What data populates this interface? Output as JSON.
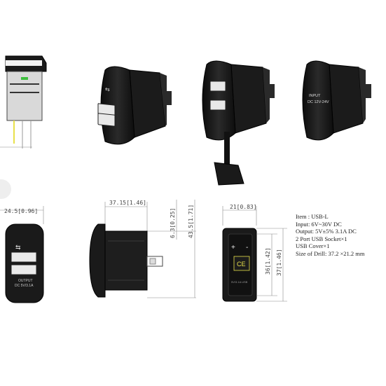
{
  "dimensions": {
    "width_top_left": "24.5[0.96]",
    "side_length": "37.15[1.46]",
    "side_top": "6.3[0.25]",
    "side_height": "43.5[1.71]",
    "back_width": "21[0.83]",
    "back_inner_height": "36[1.42]",
    "back_outer_height": "37[1.46]"
  },
  "product_labels": {
    "front_output_line1": "OUTPUT",
    "front_output_line2": "DC 5V/3.1A",
    "input_label_line1": "INPUT",
    "input_label_line2": "DC 12V-24V",
    "back_plus": "+",
    "back_minus": "-",
    "back_ce": "CE",
    "back_small_text": "5V/3.1A USB"
  },
  "specs": {
    "item": "Item : USB-L",
    "input": "Input: 6V~30V DC",
    "output": "Output: 5V±5%  3.1A DC",
    "socket": "2 Port USB Socket×1",
    "cover": "USB Cover×1",
    "drill": "Size of Drill: 37.2 ×21.2 mm"
  },
  "colors": {
    "body": "#1c1c1c",
    "body_dark": "#0e0e0e",
    "line": "#555555",
    "dim_line": "#8a8a8a",
    "led_green": "#3fbf3f",
    "wire_yellow": "#e8e04a"
  }
}
